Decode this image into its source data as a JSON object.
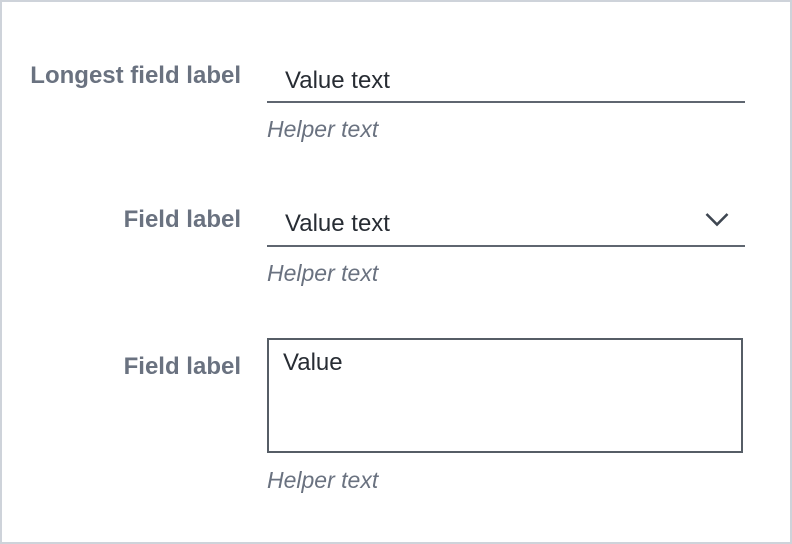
{
  "theme": {
    "page_bg": "#ffffff",
    "page_border": "#ced3da",
    "label": "#6a7280",
    "value": "#272c33",
    "helper": "#6a7280",
    "underline": "#5f6670",
    "textarea_border": "#565d66",
    "chevron": "#3e4651"
  },
  "form": {
    "fields": [
      {
        "type": "text-input",
        "label": "Longest field label",
        "value": "Value text",
        "helper": "Helper text"
      },
      {
        "type": "select",
        "label": "Field label",
        "value": "Value text",
        "helper": "Helper text",
        "icon": "chevron-down-icon"
      },
      {
        "type": "textarea",
        "label": "Field label",
        "value": "Value",
        "helper": "Helper text"
      }
    ]
  }
}
